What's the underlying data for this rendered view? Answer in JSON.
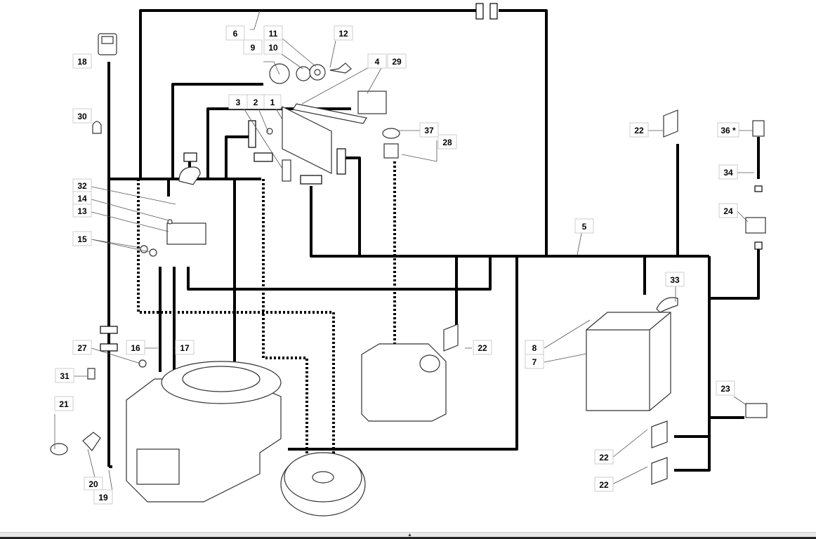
{
  "diagram": {
    "labels": [
      "6",
      "9",
      "11",
      "10",
      "12",
      "4",
      "29",
      "18",
      "30",
      "3",
      "2",
      "1",
      "37",
      "28",
      "22",
      "36 *",
      "34",
      "24",
      "32",
      "14",
      "13",
      "15",
      "5",
      "33",
      "27",
      "16",
      "17",
      "22",
      "8",
      "7",
      "31",
      "21",
      "23",
      "20",
      "19",
      "22",
      "22"
    ],
    "colors": {
      "wire": "#000000",
      "part_outline": "#333333",
      "label_border": "#cccccc"
    }
  },
  "statusbar": {
    "icon": "scroll-up-arrow-icon"
  }
}
